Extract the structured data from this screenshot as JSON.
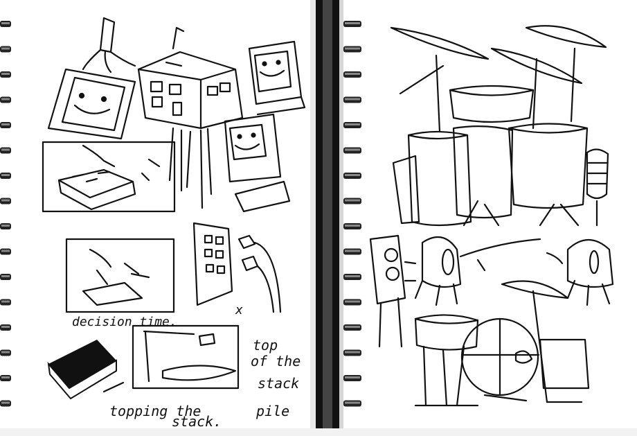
{
  "sketchbook": {
    "left_page": {
      "caption_decision": "decision time.",
      "caption_topping_1": "topping the",
      "caption_topping_2": "stack.",
      "caption_top_1": "top",
      "caption_top_2": "of the",
      "caption_top_3": "stack",
      "caption_top_4": "pile",
      "mark_x": "x"
    },
    "colors": {
      "ink": "#111111",
      "paper": "#ffffff",
      "spine": "#2a2a2a"
    }
  }
}
